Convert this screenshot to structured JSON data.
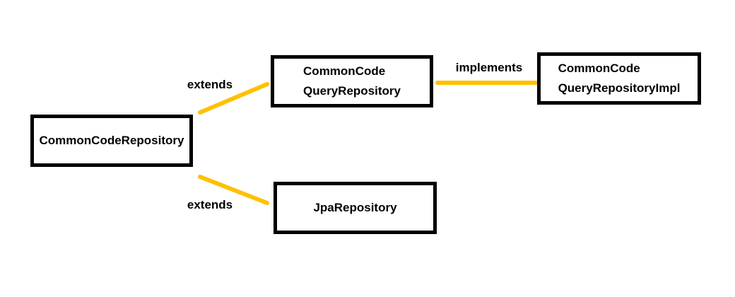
{
  "diagram": {
    "background_color": "#ffffff",
    "accent_color": "#FFC000",
    "box_border_color": "#000000",
    "text_color": "#000000",
    "nodes": [
      {
        "id": "commonCodeRepository",
        "lines": [
          "CommonCodeRepository"
        ]
      },
      {
        "id": "commonCodeQueryRepository",
        "lines": [
          "CommonCode",
          "QueryRepository"
        ]
      },
      {
        "id": "commonCodeQueryRepositoryImpl",
        "lines": [
          "CommonCode",
          "QueryRepositoryImpl"
        ]
      },
      {
        "id": "jpaRepository",
        "lines": [
          "JpaRepository"
        ]
      }
    ],
    "edges": [
      {
        "label": "extends",
        "from": "commonCodeRepository",
        "to": "commonCodeQueryRepository"
      },
      {
        "label": "extends",
        "from": "commonCodeRepository",
        "to": "jpaRepository"
      },
      {
        "label": "implements",
        "from": "commonCodeQueryRepository",
        "to": "commonCodeQueryRepositoryImpl"
      }
    ]
  }
}
